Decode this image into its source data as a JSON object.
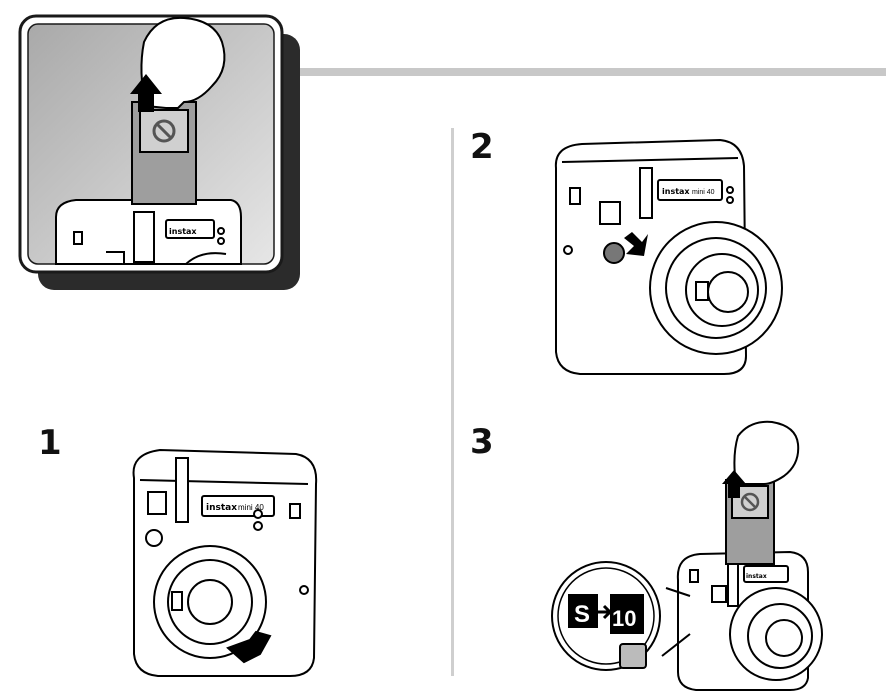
{
  "steps": [
    {
      "number": "1"
    },
    {
      "number": "2"
    },
    {
      "number": "3"
    }
  ],
  "camera": {
    "brand": "instax",
    "model": "mini 40"
  },
  "counter": {
    "from": "S",
    "to": "10"
  },
  "icons": [
    "hand-icon",
    "arrow-up-icon",
    "arrow-press-icon",
    "prohibited-icon",
    "film-counter-icon"
  ],
  "colors": {
    "line": "#000000",
    "panel_bg": "#bdbdbd",
    "panel_shadow": "#2b2b2b",
    "divider": "#c8c8c8"
  }
}
